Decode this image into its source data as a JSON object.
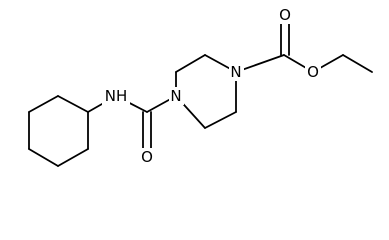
{
  "atoms": {
    "n_piperazine_right": "N",
    "n_piperazine_left": "N",
    "nh_amide": "NH",
    "o_carbonyl_ester": "O",
    "o_ester_link": "O",
    "o_carbonyl_amide": "O"
  },
  "colors": {
    "bond": "#000000",
    "background": "#ffffff"
  }
}
